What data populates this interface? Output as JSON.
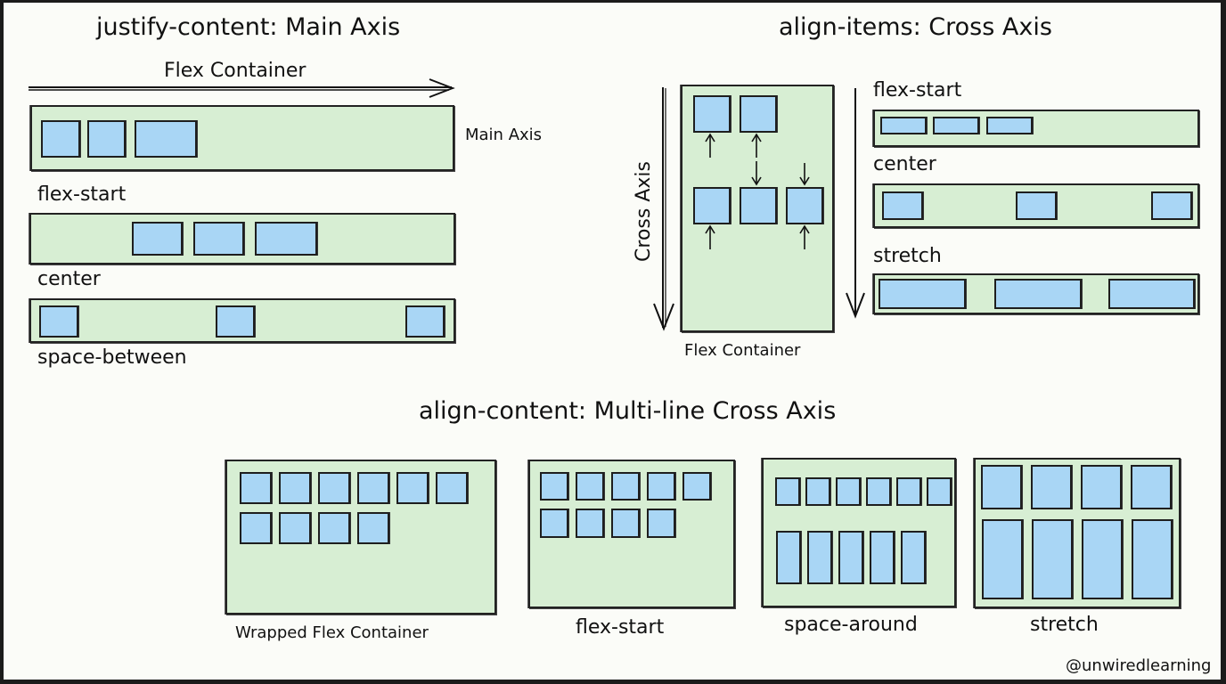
{
  "sections": {
    "justify": {
      "title": "justify-content: Main Axis",
      "axis_arrow_label": "Flex Container",
      "side_label": "Main Axis",
      "rows": [
        {
          "label": "flex-start",
          "items": 3
        },
        {
          "label": "center",
          "items": 3
        },
        {
          "label": "space-between",
          "items": 3
        }
      ]
    },
    "align_items": {
      "title": "align-items: Cross Axis",
      "axis_label": "Cross Axis",
      "container_label": "Flex Container",
      "rows": [
        {
          "label": "flex-start",
          "items": 3
        },
        {
          "label": "center",
          "items": 3
        },
        {
          "label": "stretch",
          "items": 3
        }
      ]
    },
    "align_content": {
      "title": "align-content: Multi-line Cross Axis",
      "panels": [
        {
          "label": "Wrapped Flex Container",
          "row1_items": 6,
          "row2_items": 4
        },
        {
          "label": "flex-start",
          "row1_items": 5,
          "row2_items": 4
        },
        {
          "label": "space-around",
          "row1_items": 6,
          "row2_items": 5
        },
        {
          "label": "stretch",
          "row1_items": 4,
          "row2_items": 4
        }
      ]
    }
  },
  "credit": "@unwiredlearning",
  "colors": {
    "container_fill": "#d7eed3",
    "item_fill": "#a9d6f5",
    "stroke": "#1e1e1e",
    "background": "#fbfcf8"
  }
}
